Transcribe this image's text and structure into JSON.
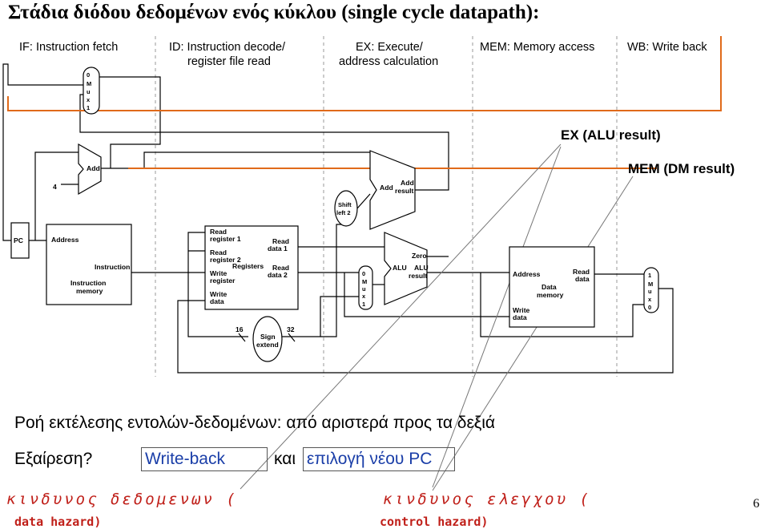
{
  "title": "Στάδια διόδου δεδομένων ενός κύκλου (single cycle datapath):",
  "stages": {
    "if": "IF: Instruction fetch",
    "id_1": "ID: Instruction decode/",
    "id_2": "register file read",
    "ex_1": "EX: Execute/",
    "ex_2": "address calculation",
    "mem": "MEM: Memory access",
    "wb": "WB: Write back"
  },
  "callouts": {
    "ex": "EX (ALU result)",
    "mem": "MEM (DM result)"
  },
  "blocks": {
    "pc": "PC",
    "imem_address": "Address",
    "imem_instruction": "Instruction",
    "imem_1": "Instruction",
    "imem_2": "memory",
    "add_if": "Add",
    "four": "4",
    "mux_top": [
      "0",
      "M",
      "u",
      "x",
      "1"
    ],
    "mux_alu": [
      "0",
      "M",
      "u",
      "x",
      "1"
    ],
    "mux_wb": [
      "1",
      "M",
      "u",
      "x",
      "0"
    ],
    "shift_1": "Shift",
    "shift_2": "left 2",
    "add_ex": "Add",
    "add_result_1": "Add",
    "add_result_2": "result",
    "reg_read1_1": "Read",
    "reg_read1_2": "register 1",
    "reg_read2_1": "Read",
    "reg_read2_2": "register 2",
    "reg_write_1": "Write",
    "reg_write_2": "register",
    "reg_wdata_1": "Write",
    "reg_wdata_2": "data",
    "reg_title": "Registers",
    "reg_rd1_1": "Read",
    "reg_rd1_2": "data 1",
    "reg_rd2_1": "Read",
    "reg_rd2_2": "data 2",
    "sign_1": "Sign",
    "sign_2": "extend",
    "n16": "16",
    "n32": "32",
    "zero": "Zero",
    "alu": "ALU",
    "alu_result_1": "ALU",
    "alu_result_2": "result",
    "dmem_address": "Address",
    "dmem_read_1": "Read",
    "dmem_read_2": "data",
    "dmem_1": "Data",
    "dmem_2": "memory",
    "dmem_write_1": "Write",
    "dmem_write_2": "data"
  },
  "text": {
    "line1": "Ροή εκτέλεσης εντολών-δεδομένων: από αριστερά προς τα δεξιά",
    "line2": "Εξαίρεση?",
    "writeback": "Write-back",
    "kai": "και",
    "new_pc": "επιλογή νέου PC",
    "data_hazard_1": "κινδυνος δεδομενων (",
    "data_hazard_2": "data hazard)",
    "control_hazard_1": "κινδυνος ελεγχου (",
    "control_hazard_2": "control hazard)",
    "page": "6"
  },
  "colors": {
    "wire": "#000000",
    "highlight": "#e06a1a",
    "hazard": "#c0201a",
    "divider": "#9a9a9a",
    "boxed_text": "#1a3ea8"
  }
}
